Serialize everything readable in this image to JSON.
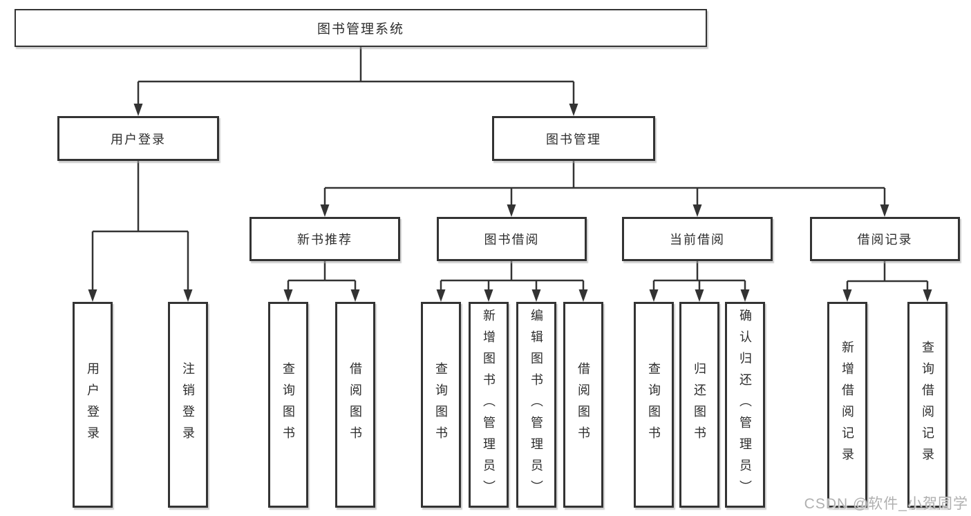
{
  "diagram": {
    "root": {
      "label": "图书管理系统"
    },
    "level2": [
      {
        "label": "用户登录"
      },
      {
        "label": "图书管理"
      }
    ],
    "level3": [
      {
        "label": "新书推荐"
      },
      {
        "label": "图书借阅"
      },
      {
        "label": "当前借阅"
      },
      {
        "label": "借阅记录"
      }
    ],
    "leaves": {
      "user_login": [
        {
          "label": "用户登录"
        },
        {
          "label": "注销登录"
        }
      ],
      "new_book_recommend": [
        {
          "label": "查询图书"
        },
        {
          "label": "借阅图书"
        }
      ],
      "book_borrowing": [
        {
          "label": "查询图书"
        },
        {
          "label": "新增图书（管理员）"
        },
        {
          "label": "编辑图书（管理员）"
        },
        {
          "label": "借阅图书"
        }
      ],
      "current_borrowing": [
        {
          "label": "查询图书"
        },
        {
          "label": "归还图书"
        },
        {
          "label": "确认归还（管理员）"
        }
      ],
      "borrowing_records": [
        {
          "label": "新增借阅记录"
        },
        {
          "label": "查询借阅记录"
        }
      ]
    }
  },
  "watermark": {
    "text": "CSDN @软件_小贺同学"
  },
  "colors": {
    "line": "#333333",
    "text": "#2d2d2d",
    "background": "#ffffff",
    "watermark": "#b0b0b0"
  }
}
